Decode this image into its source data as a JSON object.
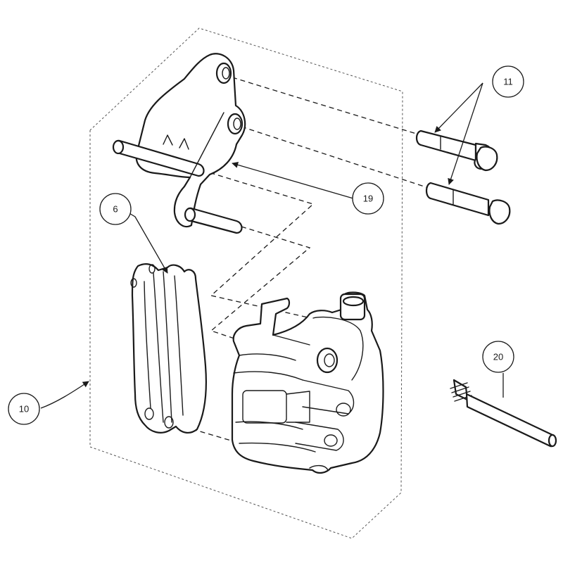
{
  "callouts": [
    {
      "label": "11"
    },
    {
      "label": "19"
    },
    {
      "label": "6"
    },
    {
      "label": "20"
    },
    {
      "label": "10"
    }
  ],
  "colors": {
    "line": "#1a1a1a",
    "background": "#ffffff"
  }
}
